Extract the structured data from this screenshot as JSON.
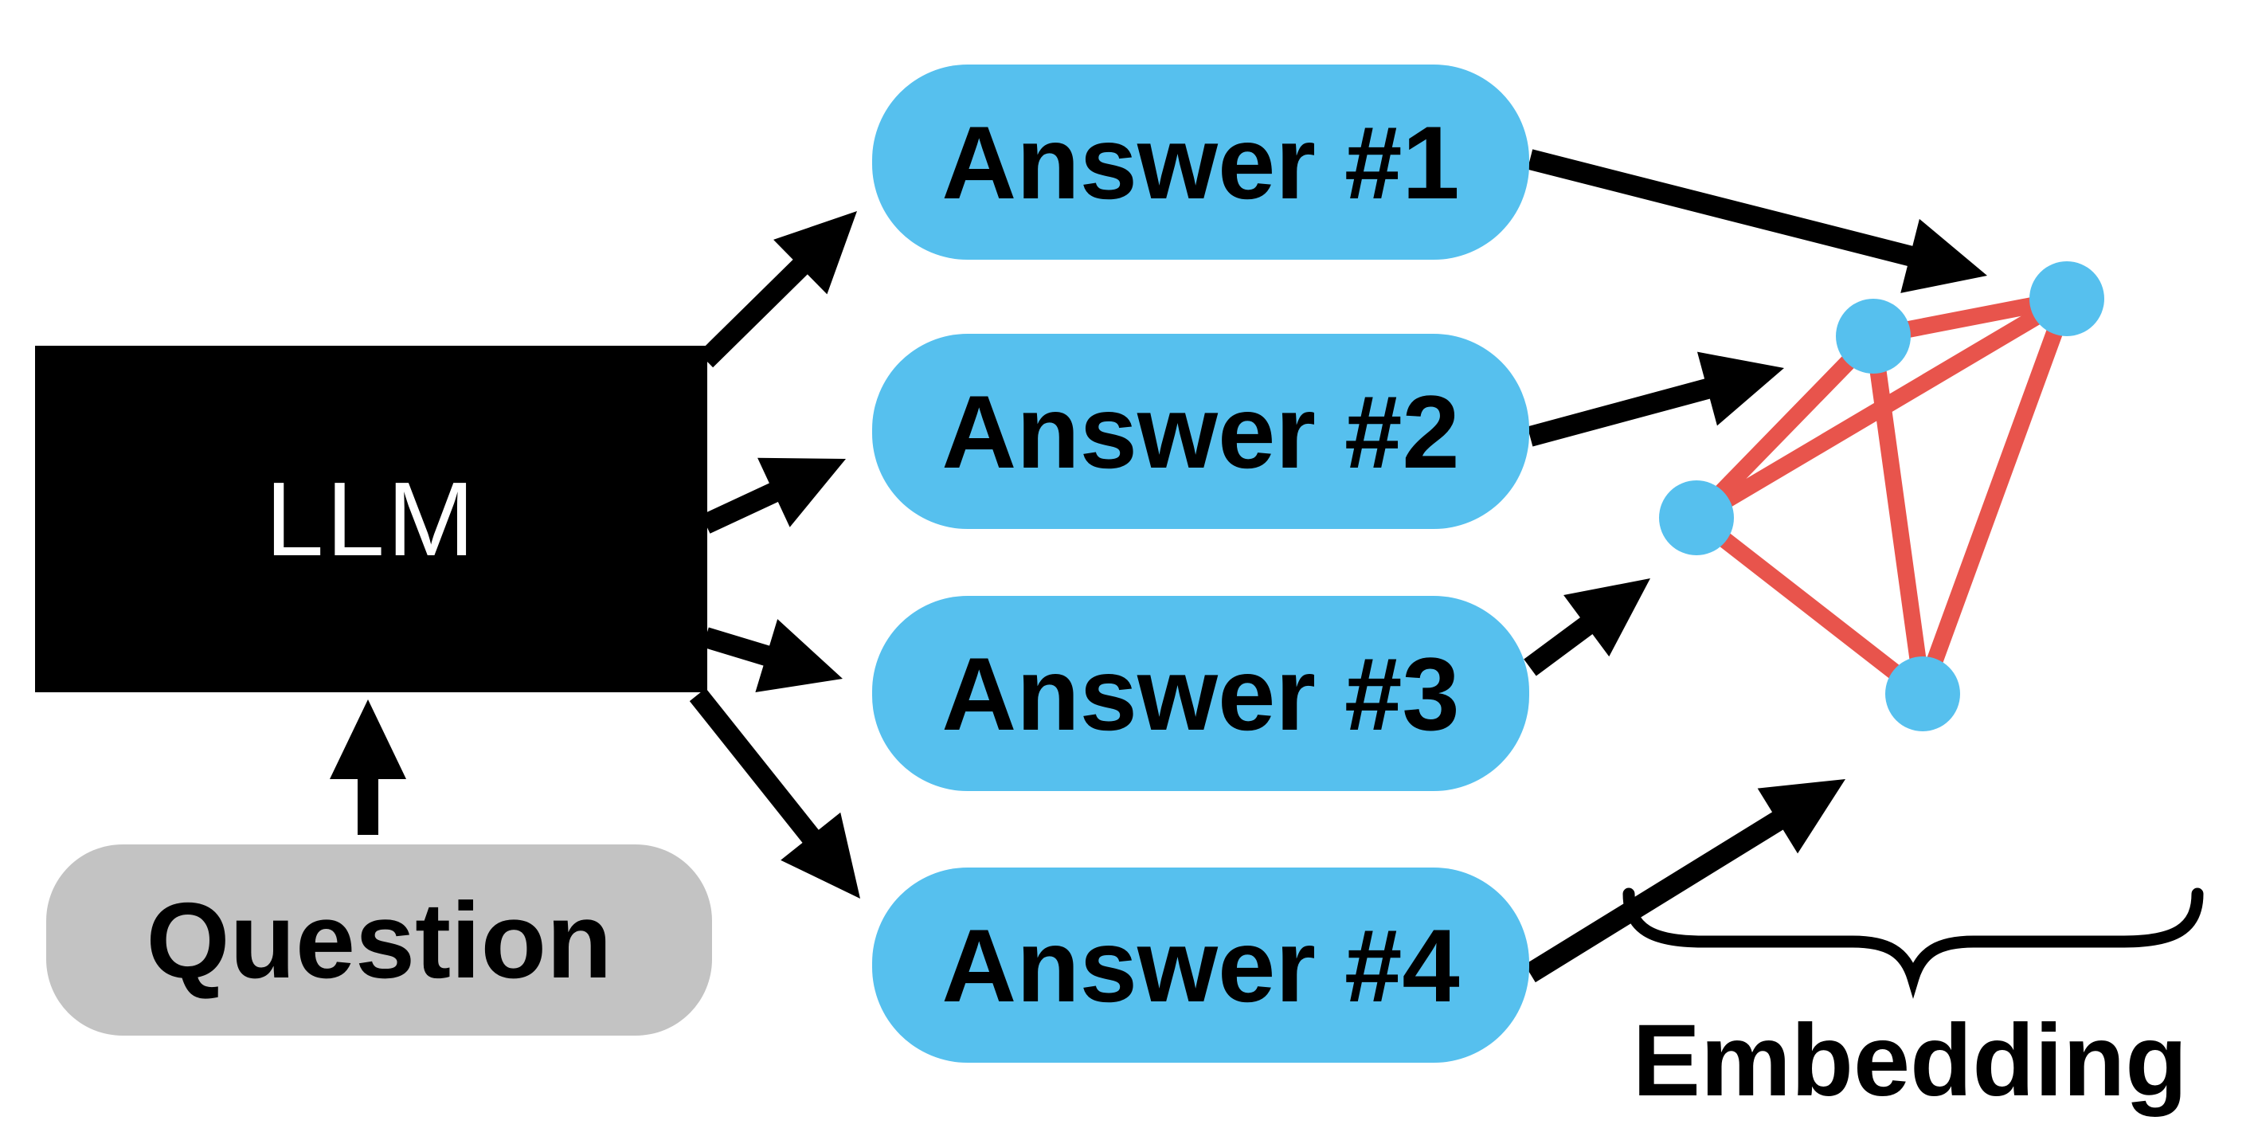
{
  "colors": {
    "pill_blue": "#56C0EE",
    "edge_red": "#E8544C",
    "question_gray": "#C3C3C3",
    "ink_black": "#000000",
    "text_white": "#FFFFFF"
  },
  "llm": {
    "label": "LLM"
  },
  "question": {
    "label": "Question"
  },
  "answers": [
    {
      "label": "Answer #1"
    },
    {
      "label": "Answer #2"
    },
    {
      "label": "Answer #3"
    },
    {
      "label": "Answer #4"
    }
  ],
  "embedding": {
    "label": "Embedding"
  },
  "graph": {
    "node_count": 4,
    "edge_count": 6
  }
}
